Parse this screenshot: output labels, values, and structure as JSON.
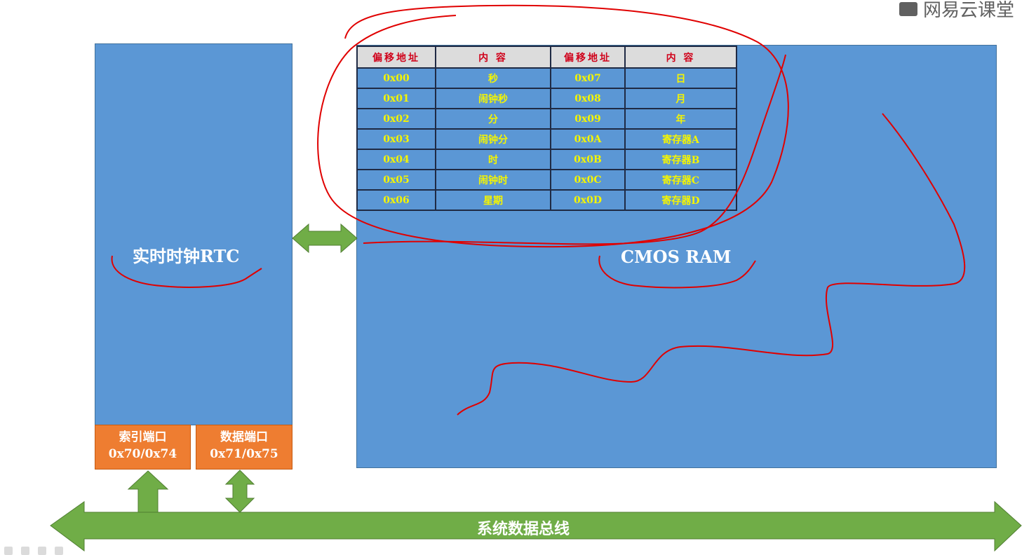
{
  "watermark": "网易云课堂",
  "rtc": {
    "label": "实时时钟RTC"
  },
  "cmos": {
    "label": "CMOS RAM"
  },
  "ports": [
    {
      "name": "索引端口",
      "address": "0x70/0x74"
    },
    {
      "name": "数据端口",
      "address": "0x71/0x75"
    }
  ],
  "bus": {
    "label": "系统数据总线"
  },
  "table": {
    "headers": [
      "偏移地址",
      "内 容",
      "偏移地址",
      "内 容"
    ],
    "rows": [
      [
        "0x00",
        "秒",
        "0x07",
        "日"
      ],
      [
        "0x01",
        "闹钟秒",
        "0x08",
        "月"
      ],
      [
        "0x02",
        "分",
        "0x09",
        "年"
      ],
      [
        "0x03",
        "闹钟分",
        "0x0A",
        "寄存器A"
      ],
      [
        "0x04",
        "时",
        "0x0B",
        "寄存器B"
      ],
      [
        "0x05",
        "闹钟时",
        "0x0C",
        "寄存器C"
      ],
      [
        "0x06",
        "星期",
        "0x0D",
        "寄存器D"
      ]
    ]
  },
  "colors": {
    "block_blue": "#5b97d5",
    "port_orange": "#ee7d31",
    "arrow_green": "#70ad47",
    "header_red": "#d0021b",
    "cell_yellow": "#f5f500",
    "annotation_red": "#e00000"
  }
}
